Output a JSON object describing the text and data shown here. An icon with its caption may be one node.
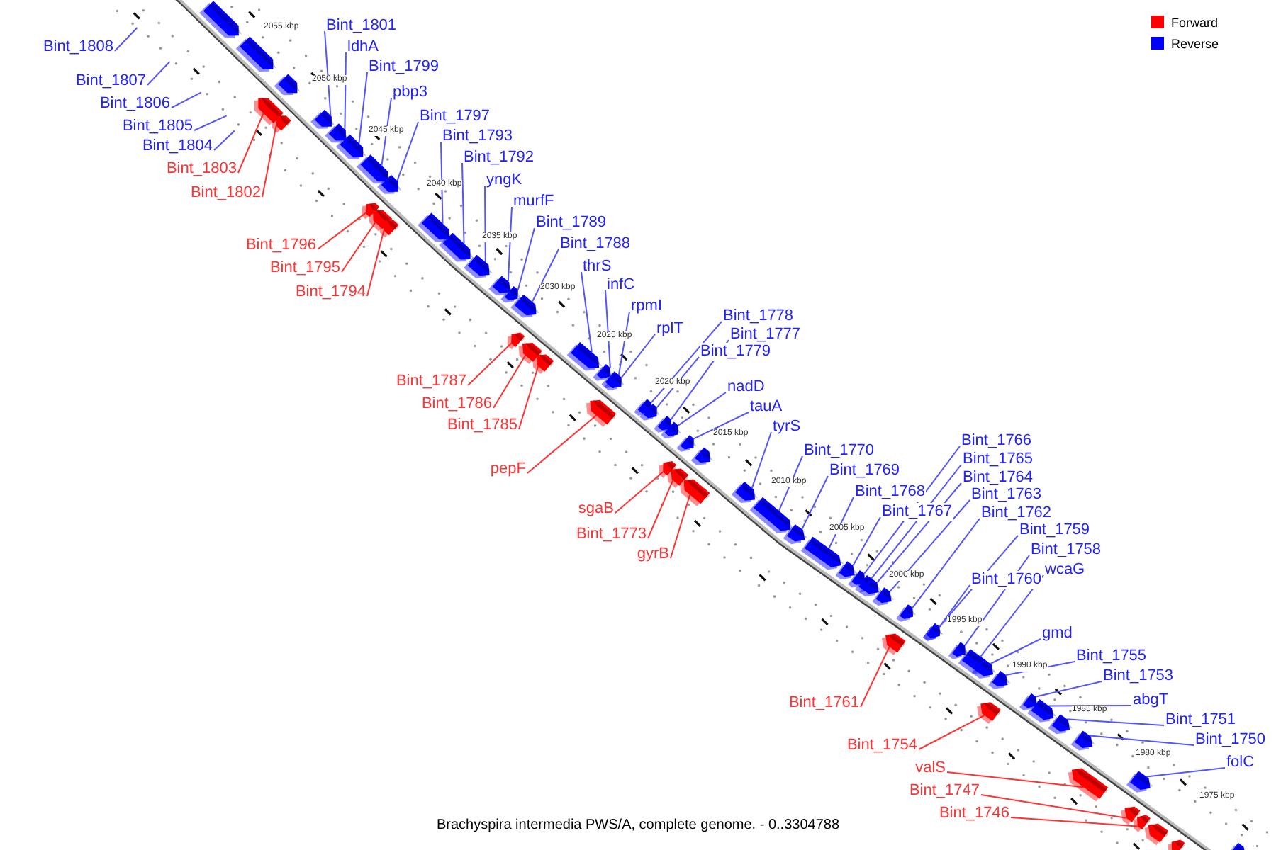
{
  "diagram": {
    "caption": "Brachyspira intermedia PWS/A, complete genome. - 0..3304788",
    "nodes": [
      {
        "text": [
          "Bint_1801"
        ]
      },
      {
        "text": [
          "Bint_1808"
        ]
      },
      {
        "text": [
          "ldhA"
        ]
      },
      {
        "text": [
          "Bint_1799"
        ]
      },
      {
        "text": [
          "Bint_1807"
        ]
      },
      {
        "text": [
          "pbp3"
        ]
      },
      {
        "text": [
          "Bint_1806"
        ]
      },
      {
        "text": [
          "Bint_1797"
        ]
      },
      {
        "text": [
          "Bint_1805"
        ]
      },
      {
        "text": [
          "Bint_1793"
        ]
      },
      {
        "text": [
          "Bint_1804"
        ]
      },
      {
        "text": [
          "Bint_1792"
        ]
      },
      {
        "text": [
          "Bint_1803"
        ]
      },
      {
        "text": [
          "yngK"
        ]
      },
      {
        "text": [
          "Bint_1802"
        ]
      },
      {
        "text": [
          "murfF"
        ]
      },
      {
        "text": [
          "Bint_1789"
        ]
      },
      {
        "text": [
          "Bint_1788"
        ]
      },
      {
        "text": [
          "Bint_1796"
        ]
      },
      {
        "text": [
          "thrS"
        ]
      },
      {
        "text": [
          "Bint_1795"
        ]
      },
      {
        "text": [
          "infC"
        ]
      },
      {
        "text": [
          "Bint_1794"
        ]
      },
      {
        "text": [
          "rpmI"
        ]
      },
      {
        "text": [
          "Bint_1778"
        ]
      },
      {
        "text": [
          "rplT"
        ]
      },
      {
        "text": [
          "Bint_1777"
        ]
      },
      {
        "text": [
          "Bint_1779"
        ]
      },
      {
        "text": [
          "Bint_1787"
        ]
      },
      {
        "text": [
          "nadD"
        ]
      },
      {
        "text": [
          "Bint_1786"
        ]
      },
      {
        "text": [
          "tauA"
        ]
      },
      {
        "text": [
          "Bint_1785"
        ]
      },
      {
        "text": [
          "tyrS"
        ]
      },
      {
        "text": [
          "Bint_1766"
        ]
      },
      {
        "text": [
          "Bint_1770"
        ]
      },
      {
        "text": [
          "Bint_1765"
        ]
      },
      {
        "text": [
          "pepF"
        ]
      },
      {
        "text": [
          "Bint_1769"
        ]
      },
      {
        "text": [
          "Bint_1764"
        ]
      },
      {
        "text": [
          "Bint_1768"
        ]
      },
      {
        "text": [
          "Bint_1763"
        ]
      },
      {
        "text": [
          "sgaB"
        ]
      },
      {
        "text": [
          "Bint_1767"
        ]
      },
      {
        "text": [
          "Bint_1762"
        ]
      },
      {
        "text": [
          "Bint_1759"
        ]
      },
      {
        "text": [
          "Bint_1773"
        ]
      },
      {
        "text": [
          "Bint_1758"
        ]
      },
      {
        "text": [
          "gyrB"
        ]
      },
      {
        "text": [
          "wcaG"
        ]
      },
      {
        "text": [
          "Bint_1760"
        ]
      },
      {
        "text": [
          "gmd"
        ]
      },
      {
        "text": [
          "Bint_1755"
        ]
      },
      {
        "text": [
          "Bint_1753"
        ]
      },
      {
        "text": [
          "abgT"
        ]
      },
      {
        "text": [
          "Bint_1761"
        ]
      },
      {
        "text": [
          "Bint_1751"
        ]
      },
      {
        "text": [
          "Bint_1750"
        ]
      },
      {
        "text": [
          "Bint_1754"
        ]
      },
      {
        "text": [
          "folC"
        ]
      },
      {
        "text": [
          "valS"
        ]
      },
      {
        "text": [
          "Bint_1747"
        ]
      },
      {
        "text": [
          "Bint_1746"
        ]
      },
      {
        "text": [],
        "shape": "box"
      },
      {
        "text": [],
        "shape": "box"
      },
      {
        "text": [],
        "shape": "box"
      },
      {
        "text": [],
        "shape": "box"
      },
      {
        "text": [],
        "shape": "box"
      },
      {
        "text": [],
        "shape": "box"
      },
      {
        "text": [],
        "shape": "box"
      },
      {
        "text": [],
        "shape": "box"
      },
      {
        "text": [],
        "shape": "box"
      },
      {
        "text": [],
        "shape": "box"
      },
      {
        "text": [],
        "shape": "box"
      },
      {
        "text": [],
        "shape": "box"
      },
      {
        "text": [],
        "shape": "box"
      },
      {
        "text": [],
        "shape": "box"
      },
      {
        "text": [],
        "shape": "box"
      },
      {
        "text": [],
        "shape": "box"
      },
      {
        "text": [],
        "shape": "box"
      },
      {
        "text": [],
        "shape": "box"
      },
      {
        "text": [],
        "shape": "box"
      },
      {
        "text": [],
        "shape": "box"
      },
      {
        "text": [],
        "shape": "box"
      },
      {
        "text": [],
        "shape": "box"
      },
      {
        "text": [],
        "shape": "box"
      },
      {
        "text": [],
        "shape": "box"
      },
      {
        "text": [],
        "shape": "box"
      },
      {
        "text": [],
        "shape": "box"
      },
      {
        "text": [],
        "shape": "box"
      },
      {
        "text": [],
        "shape": "box"
      },
      {
        "text": [],
        "shape": "box"
      },
      {
        "text": [],
        "shape": "box"
      },
      {
        "text": [],
        "shape": "box"
      },
      {
        "text": [],
        "shape": "box"
      },
      {
        "text": [],
        "shape": "box"
      },
      {
        "text": [],
        "shape": "box"
      },
      {
        "text": [],
        "shape": "box"
      },
      {
        "text": [],
        "shape": "box"
      },
      {
        "text": [],
        "shape": "box"
      },
      {
        "text": [],
        "shape": "box"
      },
      {
        "text": [],
        "shape": "box"
      },
      {
        "text": [],
        "shape": "box"
      },
      {
        "text": [],
        "shape": "box"
      },
      {
        "text": [],
        "shape": "box"
      },
      {
        "text": [],
        "shape": "box"
      },
      {
        "text": [],
        "shape": "box"
      },
      {
        "text": [],
        "shape": "box"
      },
      {
        "text": [],
        "shape": "box"
      },
      {
        "text": [],
        "shape": "box"
      },
      {
        "text": [],
        "shape": "box"
      },
      {
        "text": [],
        "shape": "box"
      },
      {
        "text": [],
        "shape": "box"
      },
      {
        "text": [],
        "shape": "box"
      },
      {
        "text": [],
        "shape": "box"
      },
      {
        "text": [],
        "shape": "box"
      },
      {
        "text": [],
        "shape": "box"
      },
      {
        "text": [],
        "shape": "box"
      },
      {
        "text": [],
        "shape": "box"
      },
      {
        "text": [],
        "shape": "box"
      },
      {
        "text": [],
        "shape": "box"
      },
      {
        "text": [],
        "shape": "box"
      },
      {
        "text": [],
        "shape": "box"
      },
      {
        "text": [],
        "shape": "box"
      },
      {
        "text": [],
        "shape": "box"
      },
      {
        "text": [],
        "shape": "box"
      },
      {
        "text": [],
        "shape": "box"
      },
      {
        "text": [],
        "shape": "box"
      }
    ],
    "edges": [
      {
        "from": 0,
        "to": 63,
        "arrow": "none"
      },
      {
        "from": 1,
        "to": null,
        "arrow": "none"
      },
      {
        "from": 2,
        "to": 64,
        "arrow": "none"
      },
      {
        "from": 3,
        "to": 65,
        "arrow": "none"
      },
      {
        "from": 4,
        "to": null,
        "arrow": "none"
      },
      {
        "from": 5,
        "to": 66,
        "arrow": "none"
      },
      {
        "from": 6,
        "to": null,
        "arrow": "none"
      },
      {
        "from": 7,
        "to": 67,
        "arrow": "none"
      },
      {
        "from": 8,
        "to": null,
        "arrow": "none"
      },
      {
        "from": 9,
        "to": 68,
        "arrow": "none"
      },
      {
        "from": 10,
        "to": null,
        "arrow": "none"
      },
      {
        "from": 11,
        "to": 69,
        "arrow": "none"
      },
      {
        "from": 12,
        "to": 70,
        "arrow": "none",
        "color": "#ff3333"
      },
      {
        "from": 13,
        "to": 71,
        "arrow": "none"
      },
      {
        "from": 14,
        "to": 72,
        "arrow": "none",
        "color": "#ff3333"
      },
      {
        "from": 15,
        "to": 73,
        "arrow": "none"
      },
      {
        "from": 16,
        "to": 74,
        "arrow": "none"
      },
      {
        "from": 17,
        "to": 75,
        "arrow": "none"
      },
      {
        "from": 18,
        "to": 76,
        "arrow": "none",
        "color": "#ff3333"
      },
      {
        "from": 19,
        "to": 77,
        "arrow": "none"
      },
      {
        "from": 20,
        "to": 78,
        "arrow": "none",
        "color": "#ff3333"
      },
      {
        "from": 21,
        "to": 79,
        "arrow": "none"
      },
      {
        "from": 22,
        "to": 80,
        "arrow": "none",
        "color": "#ff3333"
      },
      {
        "from": 23,
        "to": 81,
        "arrow": "none"
      },
      {
        "from": 24,
        "to": 82,
        "arrow": "none"
      },
      {
        "from": 25,
        "to": 83,
        "arrow": "none"
      },
      {
        "from": 26,
        "to": 84,
        "arrow": "none"
      },
      {
        "from": 27,
        "to": 85,
        "arrow": "none"
      },
      {
        "from": 28,
        "to": 86,
        "arrow": "none",
        "color": "#ff3333"
      },
      {
        "from": 29,
        "to": 87,
        "arrow": "none"
      },
      {
        "from": 30,
        "to": 88,
        "arrow": "none",
        "color": "#ff3333"
      },
      {
        "from": 31,
        "to": 89,
        "arrow": "none"
      },
      {
        "from": 32,
        "to": 90,
        "arrow": "none",
        "color": "#ff3333"
      },
      {
        "from": 33,
        "to": 91,
        "arrow": "none"
      },
      {
        "from": 34,
        "to": 92,
        "arrow": "none"
      },
      {
        "from": 35,
        "to": 93,
        "arrow": "none"
      },
      {
        "from": 36,
        "to": 94,
        "arrow": "none"
      },
      {
        "from": 37,
        "to": 95,
        "arrow": "none",
        "color": "#ff3333"
      },
      {
        "from": 38,
        "to": 96,
        "arrow": "none"
      },
      {
        "from": 39,
        "to": 97,
        "arrow": "none"
      },
      {
        "from": 40,
        "to": 98,
        "arrow": "none"
      },
      {
        "from": 41,
        "to": 99,
        "arrow": "none"
      },
      {
        "from": 42,
        "to": 100,
        "arrow": "none",
        "color": "#ff3333"
      },
      {
        "from": 43,
        "to": 101,
        "arrow": "none"
      },
      {
        "from": 44,
        "to": 102,
        "arrow": "none"
      },
      {
        "from": 45,
        "to": 103,
        "arrow": "none"
      },
      {
        "from": 46,
        "to": 104,
        "arrow": "none",
        "color": "#ff3333"
      },
      {
        "from": 47,
        "to": 105,
        "arrow": "none"
      },
      {
        "from": 48,
        "to": 106,
        "arrow": "none",
        "color": "#ff3333"
      },
      {
        "from": 49,
        "to": 107,
        "arrow": "none"
      },
      {
        "from": 50,
        "to": 108,
        "arrow": "none"
      },
      {
        "from": 51,
        "to": 109,
        "arrow": "none"
      },
      {
        "from": 52,
        "to": 110,
        "arrow": "none"
      },
      {
        "from": 53,
        "to": 111,
        "arrow": "none"
      },
      {
        "from": 54,
        "to": 112,
        "arrow": "none"
      },
      {
        "from": 55,
        "to": 113,
        "arrow": "none",
        "color": "#ff3333"
      },
      {
        "from": 56,
        "to": 114,
        "arrow": "none"
      },
      {
        "from": 57,
        "to": 115,
        "arrow": "none"
      },
      {
        "from": 58,
        "to": 116,
        "arrow": "none",
        "color": "#ff3333"
      },
      {
        "from": 59,
        "to": 117,
        "arrow": "none"
      },
      {
        "from": 60,
        "to": 118,
        "arrow": "none",
        "color": "#ff3333"
      },
      {
        "from": 61,
        "to": 119,
        "arrow": "none",
        "color": "#ff3333"
      },
      {
        "from": 62,
        "to": 120,
        "arrow": "none",
        "color": "#ff3333"
      }
    ],
    "labels": [
      "2055 kbp",
      "2050 kbp",
      "2045 kbp",
      "2040 kbp",
      "2035 kbp",
      "2030 kbp",
      "2025 kbp",
      "2020 kbp",
      "2015 kbp",
      "2010 kbp",
      "2005 kbp",
      "2000 kbp",
      "1995 kbp",
      "1990 kbp",
      "1985 kbp",
      "1980 kbp",
      "1975 kbp"
    ],
    "legend": [
      {
        "text": "Forward",
        "color": "#ff0000"
      },
      {
        "text": "Reverse",
        "color": "#0000ff"
      }
    ]
  }
}
